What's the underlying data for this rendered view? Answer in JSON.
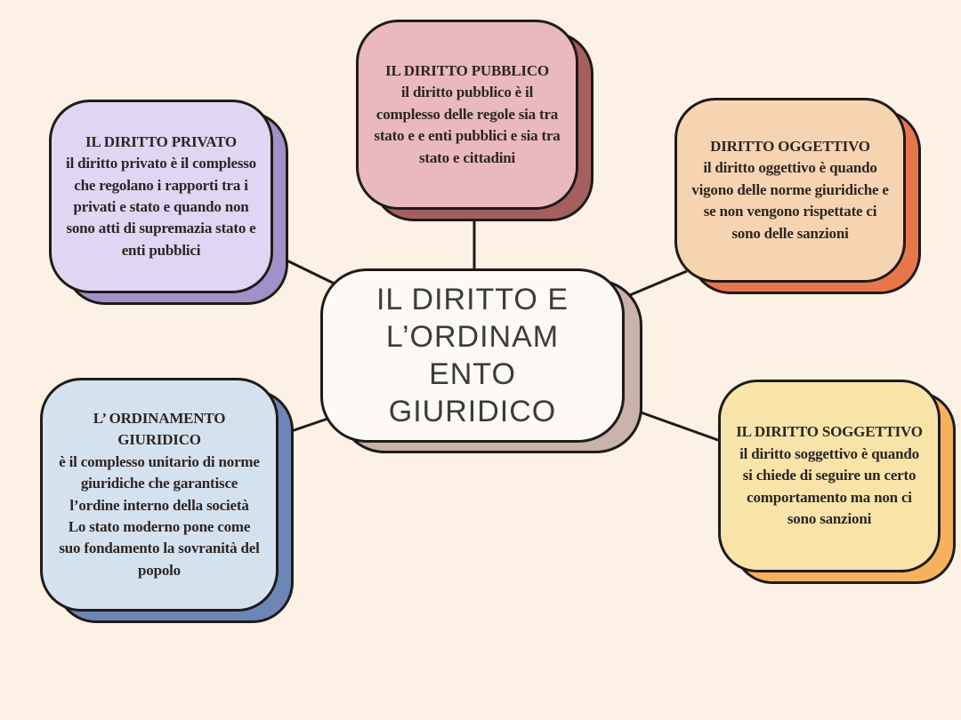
{
  "canvas": {
    "background": "#fdf1e6",
    "ink": "#1e1b18",
    "text_color": "#2d2523",
    "center_text_color": "#3b3b39"
  },
  "center": {
    "title": "IL DIRITTO E\nL’ORDINAM\nENTO\nGIURIDICO",
    "fill": "#fdfaf5",
    "shadow": "#c8b2a9"
  },
  "nodes": [
    {
      "id": "diritto-pubblico",
      "title": "IL DIRITTO PUBBLICO",
      "body": "il diritto pubblico è il complesso delle regole sia tra stato e e enti pubblici e sia tra stato e cittadini",
      "fill": "#e9b9bd",
      "shadow": "#a65f5e"
    },
    {
      "id": "diritto-privato",
      "title": "IL DIRITTO PRIVATO",
      "body": "il diritto privato è il complesso che regolano i rapporti tra i privati e stato e quando non sono atti di supremazia stato e enti pubblici",
      "fill": "#ded6f2",
      "shadow": "#9e92c8"
    },
    {
      "id": "diritto-oggettivo",
      "title": "DIRITTO OGGETTIVO",
      "body": "il diritto oggettivo è quando vigono delle norme giuridiche e se non vengono rispettate ci sono delle sanzioni",
      "fill": "#f6d4b1",
      "shadow": "#e7764c"
    },
    {
      "id": "ordinamento-giuridico",
      "title": "L’ ORDINAMENTO GIURIDICO",
      "body": "è il complesso unitario di norme giuridiche che garantisce l’ordine interno della società\nLo stato moderno pone come suo fondamento la sovranità del popolo",
      "fill": "#d4e2ef",
      "shadow": "#6e86b6"
    },
    {
      "id": "diritto-soggettivo",
      "title": "IL DIRITTO SOGGETTIVO",
      "body": "il diritto soggettivo è quando si chiede di seguire un certo comportamento ma non ci sono sanzioni",
      "fill": "#f8e3a9",
      "shadow": "#f5b15c"
    }
  ]
}
